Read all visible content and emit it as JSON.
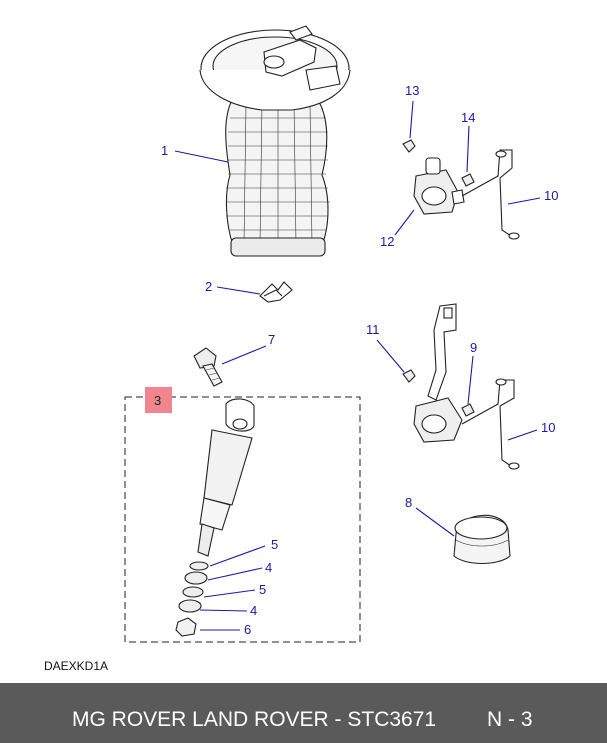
{
  "diagram": {
    "callouts": [
      {
        "id": "c1",
        "text": "1"
      },
      {
        "id": "c2",
        "text": "2"
      },
      {
        "id": "c3",
        "text": "3"
      },
      {
        "id": "c4a",
        "text": "4"
      },
      {
        "id": "c4b",
        "text": "4"
      },
      {
        "id": "c5a",
        "text": "5"
      },
      {
        "id": "c5b",
        "text": "5"
      },
      {
        "id": "c6",
        "text": "6"
      },
      {
        "id": "c7",
        "text": "7"
      },
      {
        "id": "c8",
        "text": "8"
      },
      {
        "id": "c9",
        "text": "9"
      },
      {
        "id": "c10a",
        "text": "10"
      },
      {
        "id": "c10b",
        "text": "10"
      },
      {
        "id": "c11",
        "text": "11"
      },
      {
        "id": "c12",
        "text": "12"
      },
      {
        "id": "c13",
        "text": "13"
      },
      {
        "id": "c14",
        "text": "14"
      }
    ],
    "code": "DAEXKD1A",
    "colors": {
      "callout": "#1a1aa6",
      "highlight": "#f0858f",
      "footer": "#5a5a5a"
    }
  },
  "footer": {
    "title": "MG ROVER LAND ROVER - STC3671",
    "page": "N - 3"
  }
}
